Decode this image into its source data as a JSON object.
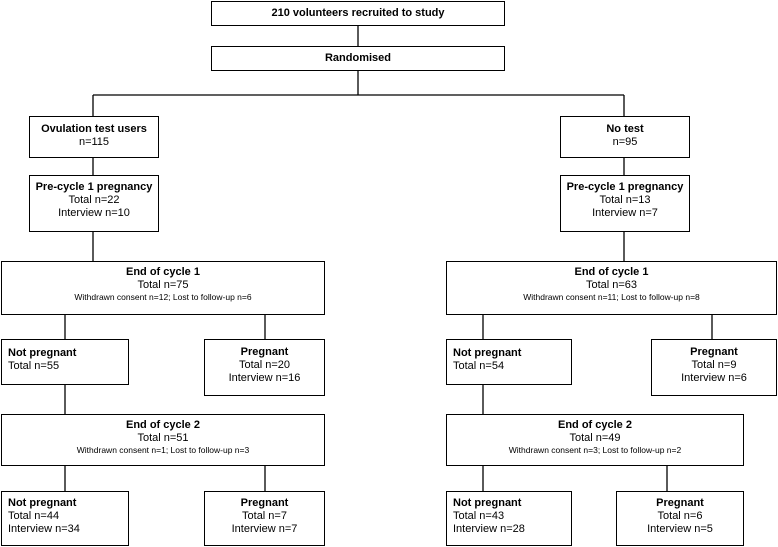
{
  "recruited": "210 volunteers recruited to study",
  "randomised": "Randomised",
  "left": {
    "group": {
      "title": "Ovulation test users",
      "n": "n=115"
    },
    "pre_cycle": {
      "title": "Pre-cycle 1 pregnancy",
      "total": "Total n=22",
      "interview": "Interview n=10"
    },
    "cycle1": {
      "title": "End of cycle 1",
      "total": "Total n=75",
      "note": "Withdrawn consent n=12; Lost to follow-up n=6"
    },
    "c1_not_pregnant": {
      "title": "Not pregnant",
      "total": "Total n=55"
    },
    "c1_pregnant": {
      "title": "Pregnant",
      "total": "Total n=20",
      "interview": "Interview n=16"
    },
    "cycle2": {
      "title": "End of cycle 2",
      "total": "Total n=51",
      "note": "Withdrawn consent n=1; Lost to follow-up n=3"
    },
    "c2_not_pregnant": {
      "title": "Not pregnant",
      "total": "Total n=44",
      "interview": "Interview n=34"
    },
    "c2_pregnant": {
      "title": "Pregnant",
      "total": "Total n=7",
      "interview": "Interview n=7"
    }
  },
  "right": {
    "group": {
      "title": "No test",
      "n": "n=95"
    },
    "pre_cycle": {
      "title": "Pre-cycle 1 pregnancy",
      "total": "Total n=13",
      "interview": "Interview n=7"
    },
    "cycle1": {
      "title": "End of cycle 1",
      "total": "Total n=63",
      "note": "Withdrawn consent n=11; Lost to follow-up n=8"
    },
    "c1_not_pregnant": {
      "title": "Not pregnant",
      "total": "Total n=54"
    },
    "c1_pregnant": {
      "title": "Pregnant",
      "total": "Total n=9",
      "interview": "Interview n=6"
    },
    "cycle2": {
      "title": "End of cycle 2",
      "total": "Total n=49",
      "note": "Withdrawn consent n=3; Lost to follow-up n=2"
    },
    "c2_not_pregnant": {
      "title": "Not pregnant",
      "total": "Total n=43",
      "interview": "Interview n=28"
    },
    "c2_pregnant": {
      "title": "Pregnant",
      "total": "Total n=6",
      "interview": "Interview n=5"
    }
  }
}
